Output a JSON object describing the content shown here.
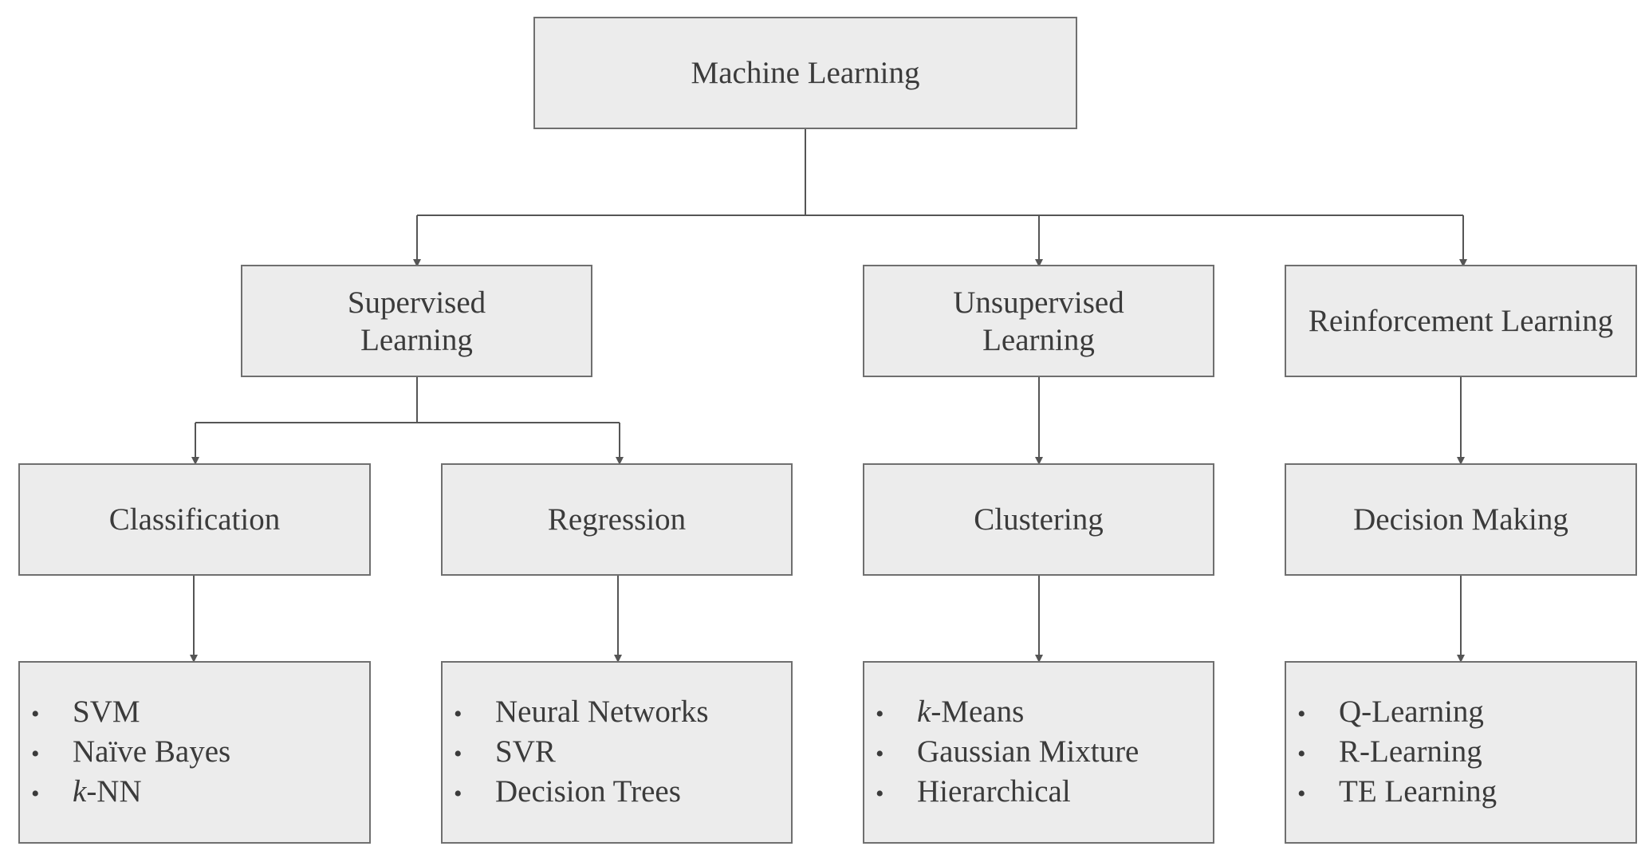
{
  "diagram": {
    "root": {
      "label": "Machine Learning"
    },
    "level1": {
      "supervised": {
        "line1": "Supervised",
        "line2": "Learning"
      },
      "unsupervised": {
        "line1": "Unsupervised",
        "line2": "Learning"
      },
      "reinforcement": {
        "label": "Reinforcement Learning"
      }
    },
    "level2": {
      "classification": {
        "label": "Classification"
      },
      "regression": {
        "label": "Regression"
      },
      "clustering": {
        "label": "Clustering"
      },
      "decision_making": {
        "label": "Decision Making"
      }
    },
    "level3": {
      "classification_methods": {
        "item1": "SVM",
        "item2": "Naïve Bayes",
        "item3_prefix": "k",
        "item3_suffix": "-NN"
      },
      "regression_methods": {
        "item1": "Neural Networks",
        "item2": "SVR",
        "item3": "Decision Trees"
      },
      "clustering_methods": {
        "item1_prefix": "k",
        "item1_suffix": "-Means",
        "item2": "Gaussian Mixture",
        "item3": "Hierarchical"
      },
      "decision_methods": {
        "item1": "Q-Learning",
        "item2": "R-Learning",
        "item3": "TE Learning"
      }
    },
    "bullet": "•",
    "colors": {
      "box_fill": "#ececec",
      "box_border": "#6f6f6f",
      "text": "#3b3b3b",
      "line": "#555555"
    }
  }
}
